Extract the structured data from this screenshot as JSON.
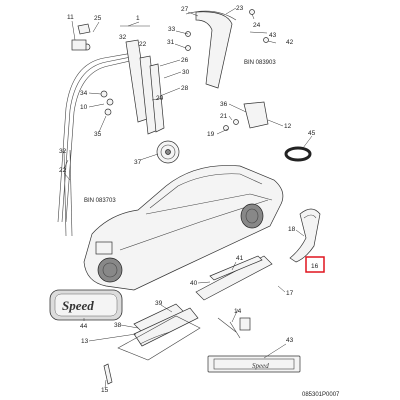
{
  "callouts": {
    "c11": "11",
    "c25": "25",
    "c1": "1",
    "c27": "27",
    "c23": "23",
    "c32a": "32",
    "c22a": "22",
    "c24": "24",
    "c43": "43",
    "c42": "42",
    "c33": "33",
    "c31": "31",
    "c26": "26",
    "c30": "30",
    "c28": "28",
    "c34": "34",
    "c10": "10",
    "c35": "35",
    "c37": "37",
    "c32b": "32",
    "c20": "20",
    "c36": "36",
    "c21": "21",
    "c12": "12",
    "c19": "19",
    "c45": "45",
    "c22b": "22",
    "c18": "18",
    "c16": "16",
    "c41": "41",
    "c40": "40",
    "c17": "17",
    "c44": "44",
    "c39": "39",
    "c14": "14",
    "c13": "13",
    "c38": "38",
    "c15": "15",
    "c43b": "43"
  },
  "labels": {
    "bin_upper": "BIN 083903",
    "bin_lower": "BIN 083703",
    "speed_badge": "Speed",
    "sill_script": "Speed",
    "figure_id": "085301P0007"
  },
  "highlight_color": "#e0141e"
}
